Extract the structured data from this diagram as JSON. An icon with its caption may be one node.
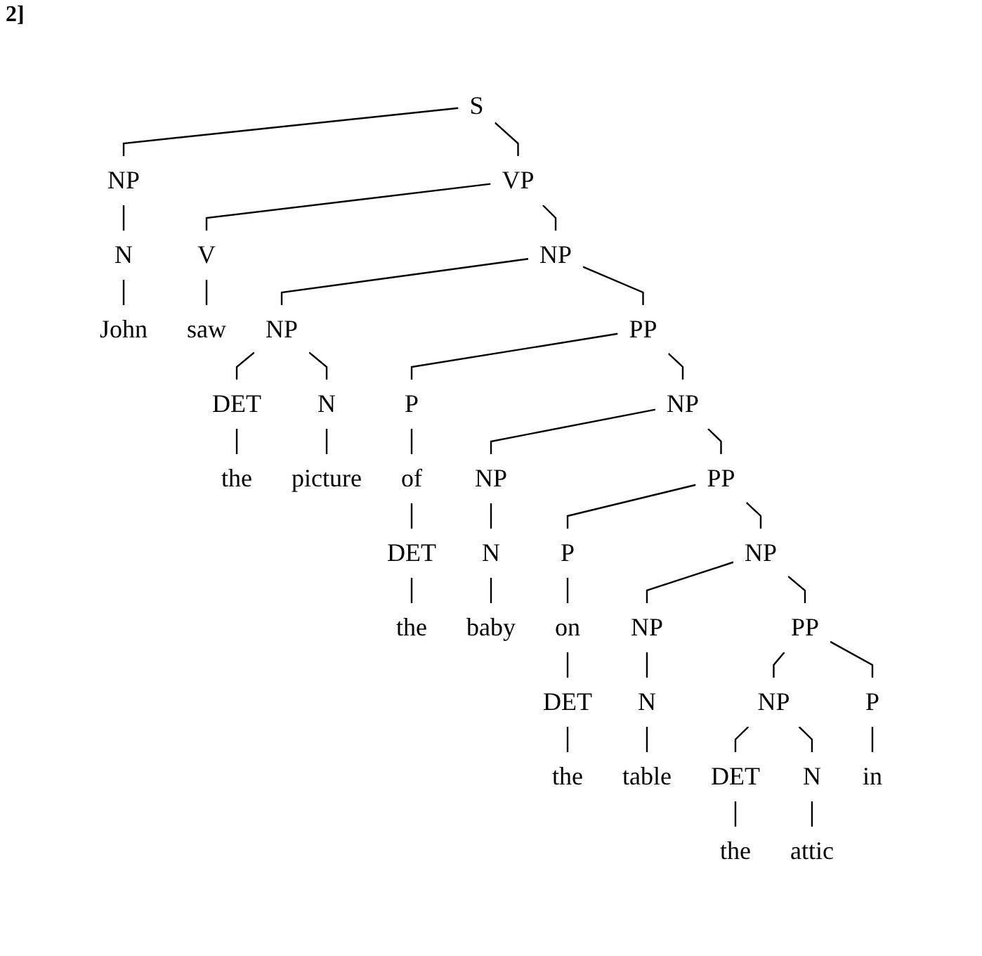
{
  "diagram": {
    "nodes": [
      {
        "text": [
          "S"
        ]
      },
      {
        "text": [
          "NP"
        ]
      },
      {
        "text": [
          "VP"
        ]
      },
      {
        "text": [
          "N"
        ]
      },
      {
        "text": [
          "V"
        ]
      },
      {
        "text": [
          "NP"
        ]
      },
      {
        "text": [
          "John"
        ]
      },
      {
        "text": [
          "saw"
        ]
      },
      {
        "text": [
          "NP"
        ]
      },
      {
        "text": [
          "PP"
        ]
      },
      {
        "text": [
          "DET"
        ]
      },
      {
        "text": [
          "N"
        ]
      },
      {
        "text": [
          "P"
        ]
      },
      {
        "text": [
          "NP"
        ]
      },
      {
        "text": [
          "the"
        ]
      },
      {
        "text": [
          "picture"
        ]
      },
      {
        "text": [
          "of"
        ]
      },
      {
        "text": [
          "NP"
        ]
      },
      {
        "text": [
          "PP"
        ]
      },
      {
        "text": [
          "DET"
        ]
      },
      {
        "text": [
          "N"
        ]
      },
      {
        "text": [
          "P"
        ]
      },
      {
        "text": [
          "NP"
        ]
      },
      {
        "text": [
          "the"
        ]
      },
      {
        "text": [
          "baby"
        ]
      },
      {
        "text": [
          "on"
        ]
      },
      {
        "text": [
          "NP"
        ]
      },
      {
        "text": [
          "PP"
        ]
      },
      {
        "text": [
          "DET"
        ]
      },
      {
        "text": [
          "N"
        ]
      },
      {
        "text": [
          "P"
        ]
      },
      {
        "text": [
          "NP"
        ]
      },
      {
        "text": [
          "the"
        ]
      },
      {
        "text": [
          "table"
        ]
      },
      {
        "text": [
          "DET"
        ]
      },
      {
        "text": [
          "N"
        ]
      },
      {
        "text": [
          "in"
        ]
      },
      {
        "text": [
          "the"
        ]
      },
      {
        "text": [
          "attic"
        ]
      }
    ],
    "edges": [
      {
        "from": 0,
        "to": 1,
        "arrow": "none"
      },
      {
        "from": 0,
        "to": 2,
        "arrow": "none"
      },
      {
        "from": 1,
        "to": 3,
        "arrow": "none"
      },
      {
        "from": 2,
        "to": 4,
        "arrow": "none"
      },
      {
        "from": 2,
        "to": 5,
        "arrow": "none"
      },
      {
        "from": 3,
        "to": 6,
        "arrow": "none"
      },
      {
        "from": 4,
        "to": 7,
        "arrow": "none"
      },
      {
        "from": 5,
        "to": 8,
        "arrow": "none"
      },
      {
        "from": 5,
        "to": 9,
        "arrow": "none"
      },
      {
        "from": 8,
        "to": 10,
        "arrow": "none"
      },
      {
        "from": 8,
        "to": 11,
        "arrow": "none"
      },
      {
        "from": 9,
        "to": 12,
        "arrow": "none"
      },
      {
        "from": 9,
        "to": 13,
        "arrow": "none"
      },
      {
        "from": 10,
        "to": 14,
        "arrow": "none"
      },
      {
        "from": 11,
        "to": 15,
        "arrow": "none"
      },
      {
        "from": 12,
        "to": 16,
        "arrow": "none"
      },
      {
        "from": 13,
        "to": 17,
        "arrow": "none"
      },
      {
        "from": 13,
        "to": 18,
        "arrow": "none"
      },
      {
        "from": 16,
        "to": 19,
        "arrow": "none"
      },
      {
        "from": 17,
        "to": 20,
        "arrow": "none"
      },
      {
        "from": 18,
        "to": 21,
        "arrow": "none"
      },
      {
        "from": 18,
        "to": 22,
        "arrow": "none"
      },
      {
        "from": 19,
        "to": 23,
        "arrow": "none"
      },
      {
        "from": 20,
        "to": 24,
        "arrow": "none"
      },
      {
        "from": 21,
        "to": 25,
        "arrow": "none"
      },
      {
        "from": 22,
        "to": 26,
        "arrow": "none"
      },
      {
        "from": 22,
        "to": 27,
        "arrow": "none"
      },
      {
        "from": 25,
        "to": 28,
        "arrow": "none"
      },
      {
        "from": 26,
        "to": 29,
        "arrow": "none"
      },
      {
        "from": 27,
        "to": 30,
        "arrow": "none"
      },
      {
        "from": 27,
        "to": 31,
        "arrow": "none"
      },
      {
        "from": 28,
        "to": 32,
        "arrow": "none"
      },
      {
        "from": 29,
        "to": 33,
        "arrow": "none"
      },
      {
        "from": 30,
        "to": 36,
        "arrow": "none"
      },
      {
        "from": 31,
        "to": 34,
        "arrow": "none"
      },
      {
        "from": 31,
        "to": 35,
        "arrow": "none"
      },
      {
        "from": 34,
        "to": 37,
        "arrow": "none"
      },
      {
        "from": 35,
        "to": 38,
        "arrow": "none"
      }
    ],
    "labels": [
      "2]"
    ]
  }
}
